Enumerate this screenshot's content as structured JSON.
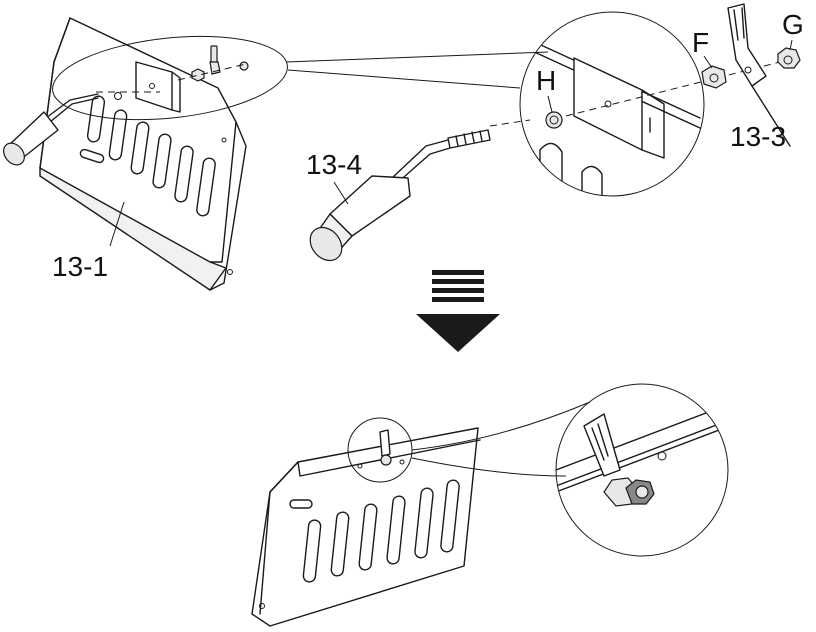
{
  "labels": {
    "plate_top": "13-1",
    "igniter": "13-4",
    "bracket": "13-3",
    "washer": "H",
    "nut": "F",
    "locknut": "G"
  },
  "step_arrow": "down-arrow-icon"
}
